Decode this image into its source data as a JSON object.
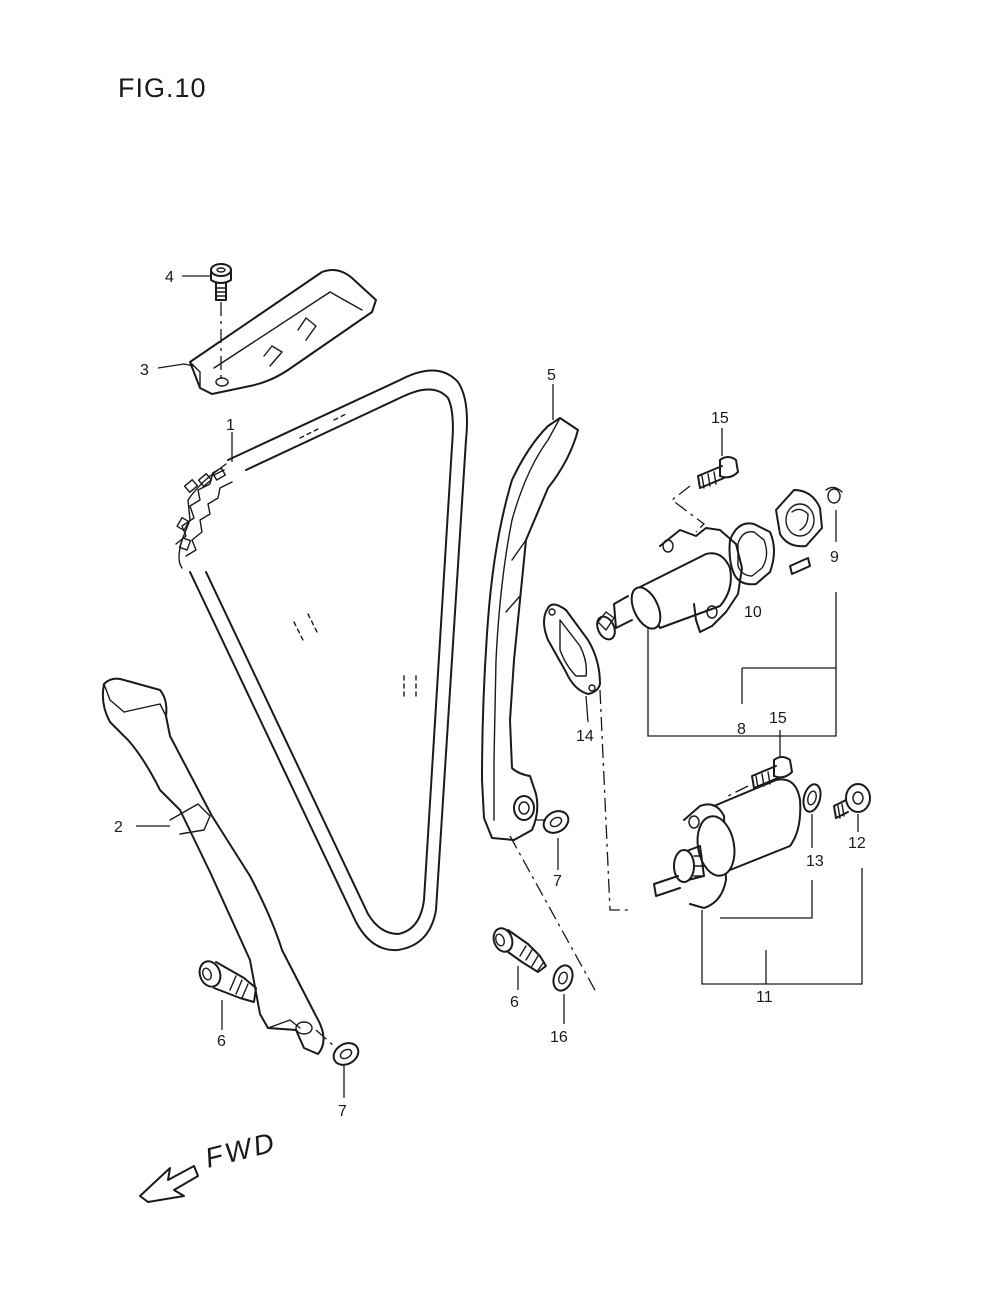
{
  "figure": {
    "title": "FIG.10",
    "direction_label": "FWD"
  },
  "callouts": [
    {
      "id": "c1",
      "text": "1"
    },
    {
      "id": "c2",
      "text": "2"
    },
    {
      "id": "c3",
      "text": "3"
    },
    {
      "id": "c4",
      "text": "4"
    },
    {
      "id": "c5",
      "text": "5"
    },
    {
      "id": "c6a",
      "text": "6"
    },
    {
      "id": "c6b",
      "text": "6"
    },
    {
      "id": "c7a",
      "text": "7"
    },
    {
      "id": "c7b",
      "text": "7"
    },
    {
      "id": "c8",
      "text": "8"
    },
    {
      "id": "c9",
      "text": "9"
    },
    {
      "id": "c10",
      "text": "10"
    },
    {
      "id": "c11",
      "text": "11"
    },
    {
      "id": "c12",
      "text": "12"
    },
    {
      "id": "c13",
      "text": "13"
    },
    {
      "id": "c14",
      "text": "14"
    },
    {
      "id": "c15a",
      "text": "15"
    },
    {
      "id": "c15b",
      "text": "15"
    },
    {
      "id": "c16",
      "text": "16"
    }
  ]
}
